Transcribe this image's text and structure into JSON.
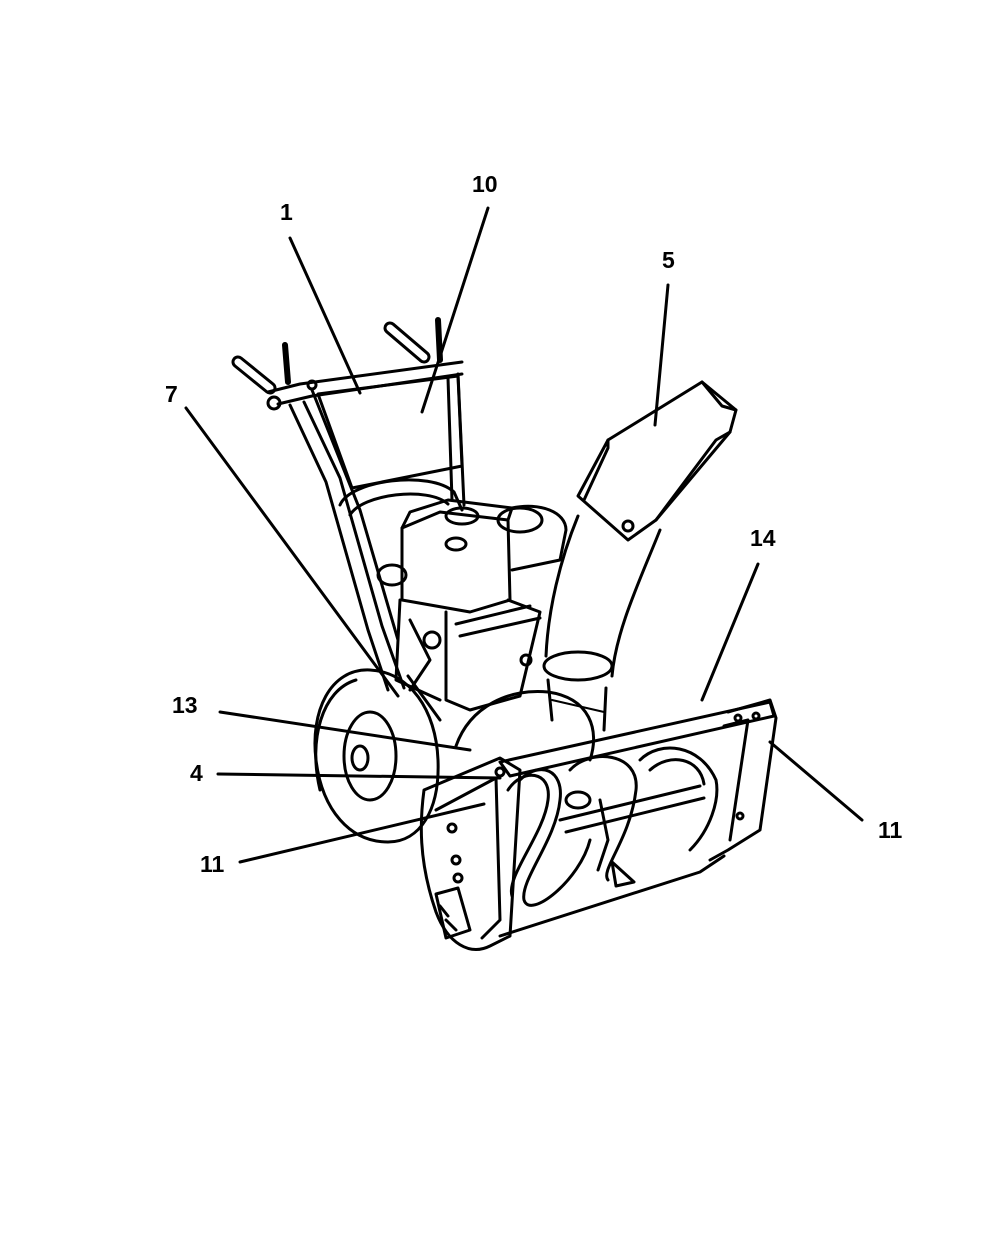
{
  "callouts": [
    {
      "id": "c1",
      "label": "1"
    },
    {
      "id": "c10",
      "label": "10"
    },
    {
      "id": "c5",
      "label": "5"
    },
    {
      "id": "c7",
      "label": "7"
    },
    {
      "id": "c14",
      "label": "14"
    },
    {
      "id": "c13",
      "label": "13"
    },
    {
      "id": "c4",
      "label": "4"
    },
    {
      "id": "c11a",
      "label": "11"
    },
    {
      "id": "c11b",
      "label": "11"
    }
  ],
  "colors": {
    "ink": "#000000",
    "paper": "#ffffff"
  }
}
